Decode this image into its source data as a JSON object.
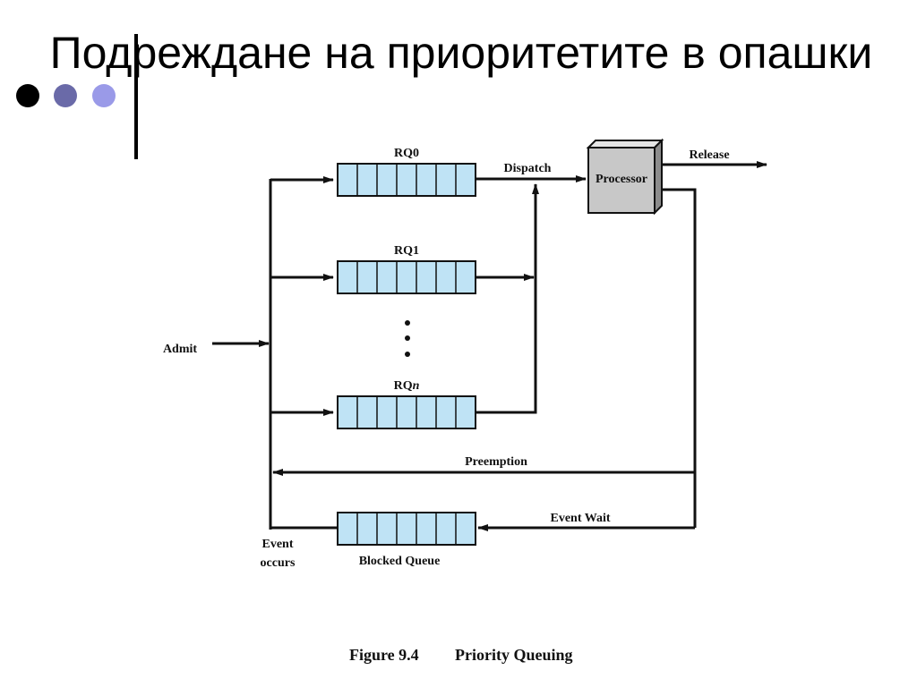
{
  "slide": {
    "title": "Подреждане на приоритетите в опашки",
    "bullets": [
      "#000000",
      "#6a6aa8",
      "#9a9ae8"
    ]
  },
  "diagram": {
    "queues": {
      "rq0": "RQ0",
      "rq1": "RQ1",
      "rqn_prefix": "RQ",
      "rqn_suffix": "n",
      "blocked": "Blocked Queue"
    },
    "processor": "Processor",
    "labels": {
      "dispatch": "Dispatch",
      "release": "Release",
      "admit": "Admit",
      "preemption": "Preemption",
      "event_wait": "Event Wait",
      "event_occurs_1": "Event",
      "event_occurs_2": "occurs"
    },
    "colors": {
      "queue_fill": "#bfe3f5",
      "processor_fill": "#c8c8c8"
    },
    "caption_number": "Figure 9.4",
    "caption_text": "Priority Queuing"
  }
}
